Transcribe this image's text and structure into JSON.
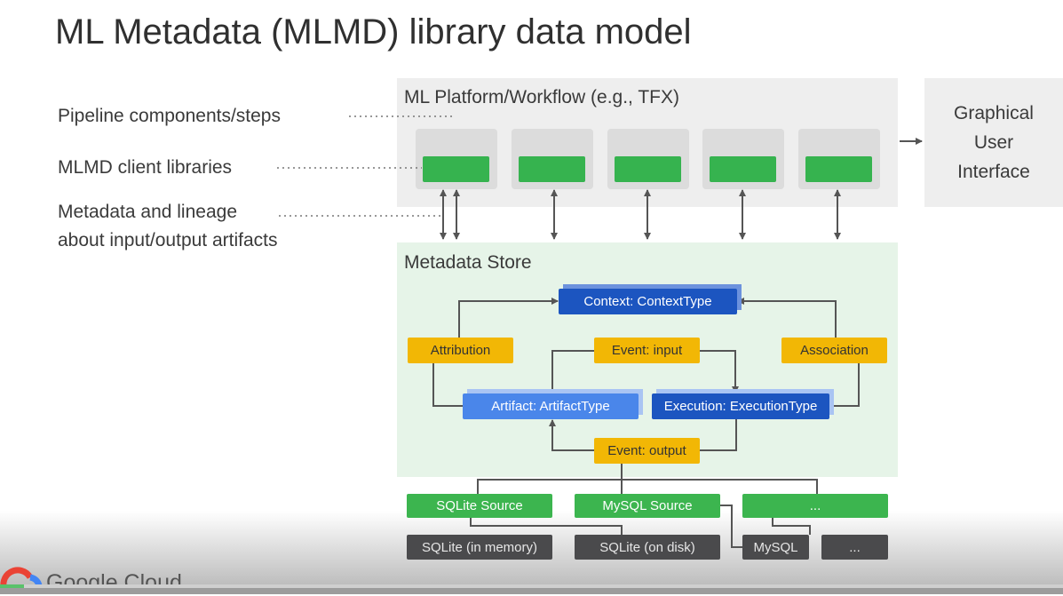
{
  "title": "ML Metadata (MLMD) library data model",
  "left_labels": {
    "pipeline": "Pipeline components/steps",
    "client_libs": "MLMD client libraries",
    "metadata_line1": "Metadata and lineage",
    "metadata_line2": "about input/output artifacts"
  },
  "platform": {
    "title": "ML Platform/Workflow (e.g., TFX)",
    "component_count": 5
  },
  "gui": {
    "label": "Graphical User Interface"
  },
  "store": {
    "title": "Metadata Store",
    "context": "Context: ContextType",
    "attribution": "Attribution",
    "event_input": "Event: input",
    "association": "Association",
    "artifact": "Artifact: ArtifactType",
    "execution": "Execution: ExecutionType",
    "event_output": "Event: output"
  },
  "sources": [
    "SQLite Source",
    "MySQL Source",
    "..."
  ],
  "backends": [
    "SQLite (in memory)",
    "SQLite (on disk)",
    "MySQL",
    "..."
  ],
  "footer": {
    "logo": "Google Cloud"
  },
  "colors": {
    "green": "#3cb54f",
    "yellow": "#f2b705",
    "dark_blue": "#1c55c0",
    "light_blue": "#4a86ea",
    "dark_gray": "#4a4a4c",
    "store_bg": "#e6f4e8"
  }
}
